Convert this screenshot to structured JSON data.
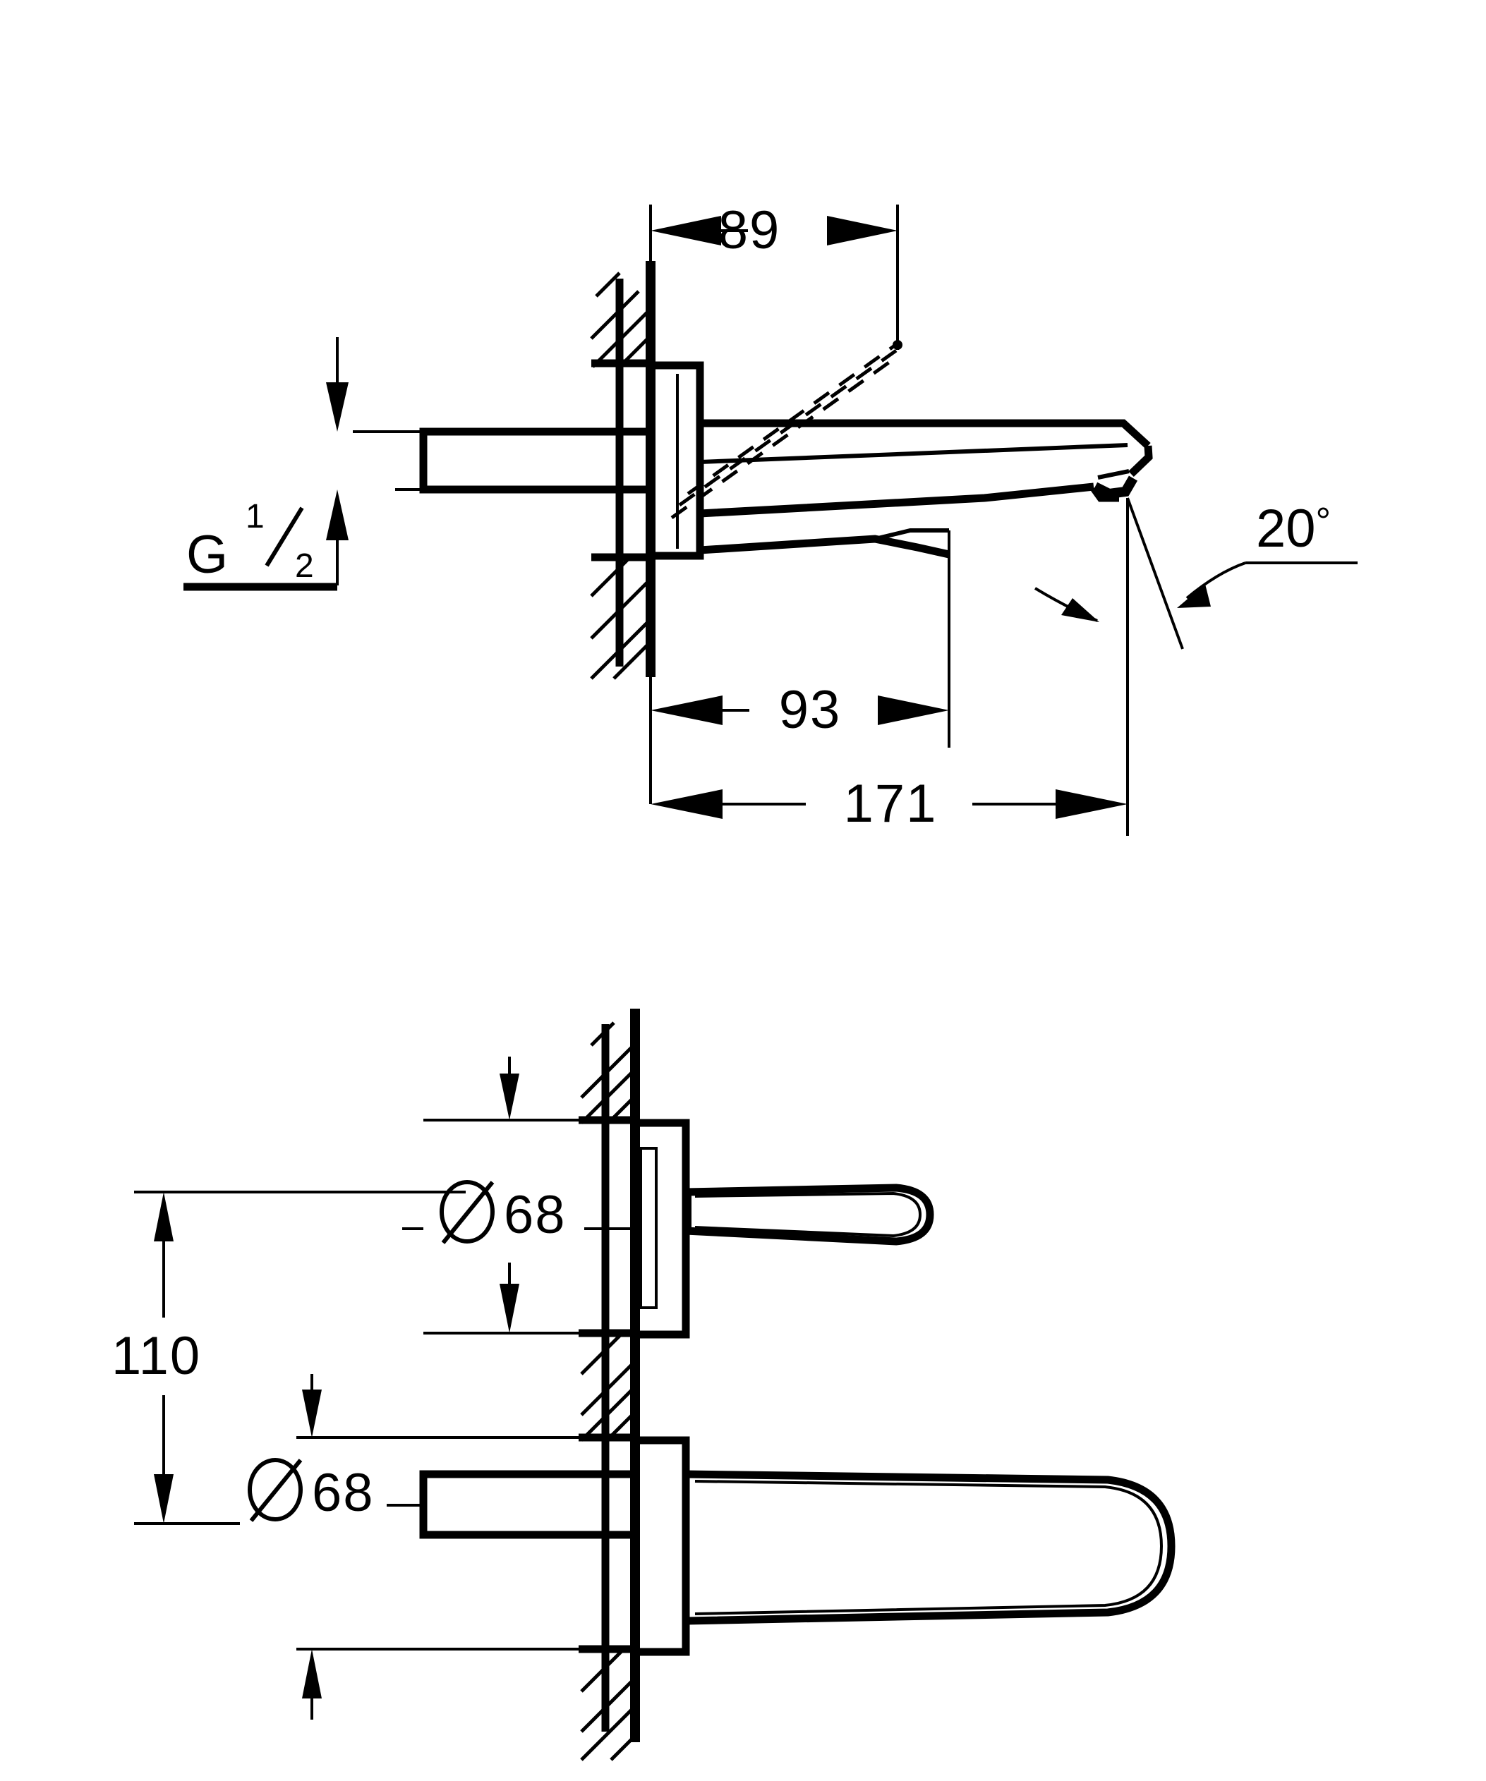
{
  "drawing": {
    "kind": "technical-dimension-drawing",
    "subject": "Wall-mounted two-hole basin mixer — side elevation (top) and plan/front views (bottom)",
    "background_color": "#ffffff",
    "line_color": "#000000",
    "units": "mm"
  },
  "views": {
    "upper": {
      "name": "side-elevation-view",
      "description": "Spout projecting from wall with swivel range shown dashed"
    },
    "lower": {
      "name": "front-plan-view",
      "description": "Handle escutcheon above, spout escutcheon below, vertical spacing dimensioned"
    }
  },
  "dimensions": {
    "projection_to_swivel": {
      "label": "89",
      "value": 89,
      "view": "upper",
      "orientation": "horizontal"
    },
    "aerator_offset": {
      "label": "93",
      "value": 93,
      "view": "upper",
      "orientation": "horizontal"
    },
    "total_reach": {
      "label": "171",
      "value": 171,
      "view": "upper",
      "orientation": "horizontal"
    },
    "spout_angle": {
      "label": "20",
      "suffix": "°",
      "value": 20,
      "view": "upper",
      "orientation": "angular"
    },
    "thread_size": {
      "prefix": "G",
      "numerator": "1",
      "denominator": "2",
      "label": "G ¹⁄₂",
      "view": "upper"
    },
    "escutcheon_handle_diameter": {
      "symbol": "Ø",
      "label": "68",
      "value": 68,
      "view": "lower",
      "orientation": "vertical"
    },
    "escutcheon_spout_diameter": {
      "symbol": "Ø",
      "label": "68",
      "value": 68,
      "view": "lower",
      "orientation": "vertical"
    },
    "centre_distance": {
      "label": "110",
      "value": 110,
      "view": "lower",
      "orientation": "vertical"
    }
  },
  "annotations": {
    "wall_hatch": "45-degree section hatching indicating wall / masonry",
    "swivel_indicator": "dashed outline showing spout swivelled upward position",
    "angle_leader": "arrow leader pointing to 20 degree aerator angle"
  }
}
